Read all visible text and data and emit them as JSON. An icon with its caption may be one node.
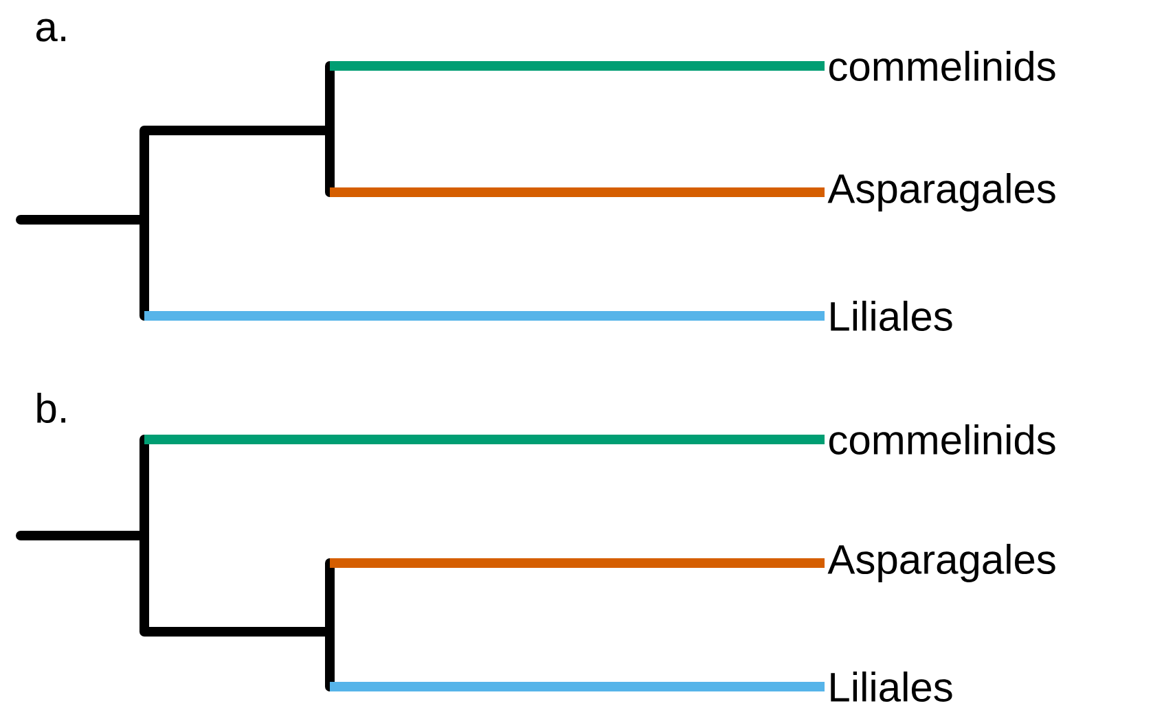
{
  "diagram": {
    "nodes": [
      {
        "text": [
          "commelinids"
        ]
      },
      {
        "text": [
          "Asparagales"
        ]
      },
      {
        "text": [
          "Liliales"
        ]
      },
      {
        "text": [
          "commelinids"
        ]
      },
      {
        "text": [
          "Asparagales"
        ]
      },
      {
        "text": [
          "Liliales"
        ]
      }
    ],
    "edges": [
      {
        "from": null,
        "to": 0,
        "arrow": "none",
        "color": "#009e73"
      },
      {
        "from": null,
        "to": 1,
        "arrow": "none",
        "color": "#d55e00"
      },
      {
        "from": null,
        "to": 2,
        "arrow": "none",
        "color": "#56b4e9"
      },
      {
        "from": null,
        "to": 3,
        "arrow": "none",
        "color": "#009e73"
      },
      {
        "from": null,
        "to": 4,
        "arrow": "none",
        "color": "#d55e00"
      },
      {
        "from": null,
        "to": 5,
        "arrow": "none",
        "color": "#56b4e9"
      }
    ],
    "labels": [
      "a.",
      "b."
    ]
  }
}
